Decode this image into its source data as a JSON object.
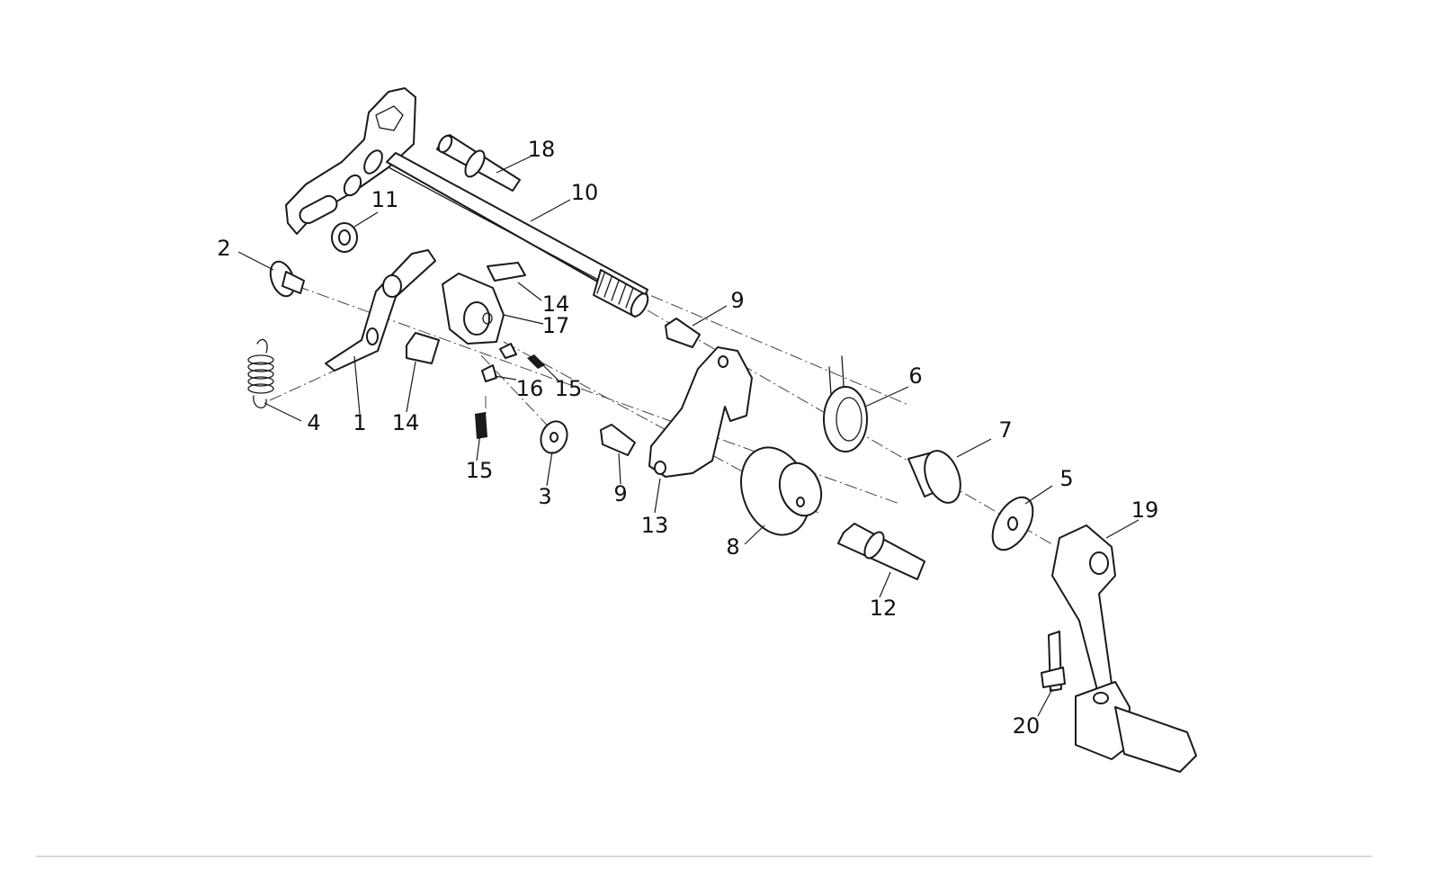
{
  "diagram": {
    "callouts": [
      {
        "id": "c1",
        "label": "1"
      },
      {
        "id": "c2",
        "label": "2"
      },
      {
        "id": "c3",
        "label": "3"
      },
      {
        "id": "c4",
        "label": "4"
      },
      {
        "id": "c5",
        "label": "5"
      },
      {
        "id": "c6",
        "label": "6"
      },
      {
        "id": "c7",
        "label": "7"
      },
      {
        "id": "c8",
        "label": "8"
      },
      {
        "id": "c9a",
        "label": "9"
      },
      {
        "id": "c9b",
        "label": "9"
      },
      {
        "id": "c10",
        "label": "10"
      },
      {
        "id": "c11",
        "label": "11"
      },
      {
        "id": "c12",
        "label": "12"
      },
      {
        "id": "c13",
        "label": "13"
      },
      {
        "id": "c14a",
        "label": "14"
      },
      {
        "id": "c14b",
        "label": "14"
      },
      {
        "id": "c15a",
        "label": "15"
      },
      {
        "id": "c15b",
        "label": "15"
      },
      {
        "id": "c16",
        "label": "16"
      },
      {
        "id": "c17",
        "label": "17"
      },
      {
        "id": "c18",
        "label": "18"
      },
      {
        "id": "c19",
        "label": "19"
      },
      {
        "id": "c20",
        "label": "20"
      }
    ]
  },
  "colors": {
    "line": "#1a1a1a",
    "background": "#ffffff",
    "footer_rule": "#cccccc"
  }
}
